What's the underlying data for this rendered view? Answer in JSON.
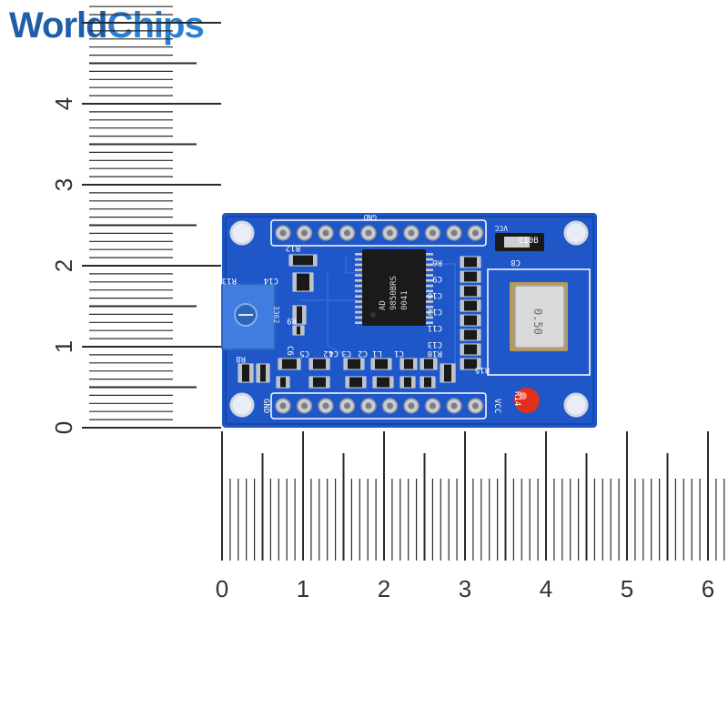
{
  "brand": {
    "logo_prefix": "W",
    "logo_middle": "orld",
    "logo_suffix": "Chips"
  },
  "ruler_vertical": {
    "labels": [
      "0",
      "1",
      "2",
      "3",
      "4"
    ]
  },
  "ruler_horizontal": {
    "labels": [
      "0",
      "1",
      "2",
      "3",
      "4",
      "5",
      "6"
    ]
  },
  "board": {
    "header_top": "GND",
    "header_top_right": "VCC",
    "header_bottom": "GND",
    "header_bottom_right": "VCC",
    "ic_line1": "AD",
    "ic_line2": "9850BRS",
    "ic_line3": "0041",
    "crystal_text": "0.50",
    "pot_text": "3362",
    "labels": [
      "R12",
      "R13",
      "C14",
      "R9",
      "C5",
      "L2",
      "C3",
      "L1",
      "C2",
      "C1",
      "R10",
      "R6",
      "C9",
      "C10",
      "C12",
      "C11",
      "C13",
      "C8",
      "C10B",
      "R15",
      "R14",
      "R8",
      "C6",
      "C4"
    ]
  },
  "colors": {
    "pcb": "#1f57c8",
    "pcb_dark": "#1746a8",
    "silkscreen": "#ffffff",
    "ruler_ink": "#2a2a2a",
    "led": "#e0301e",
    "pot": "#3f7de0"
  }
}
